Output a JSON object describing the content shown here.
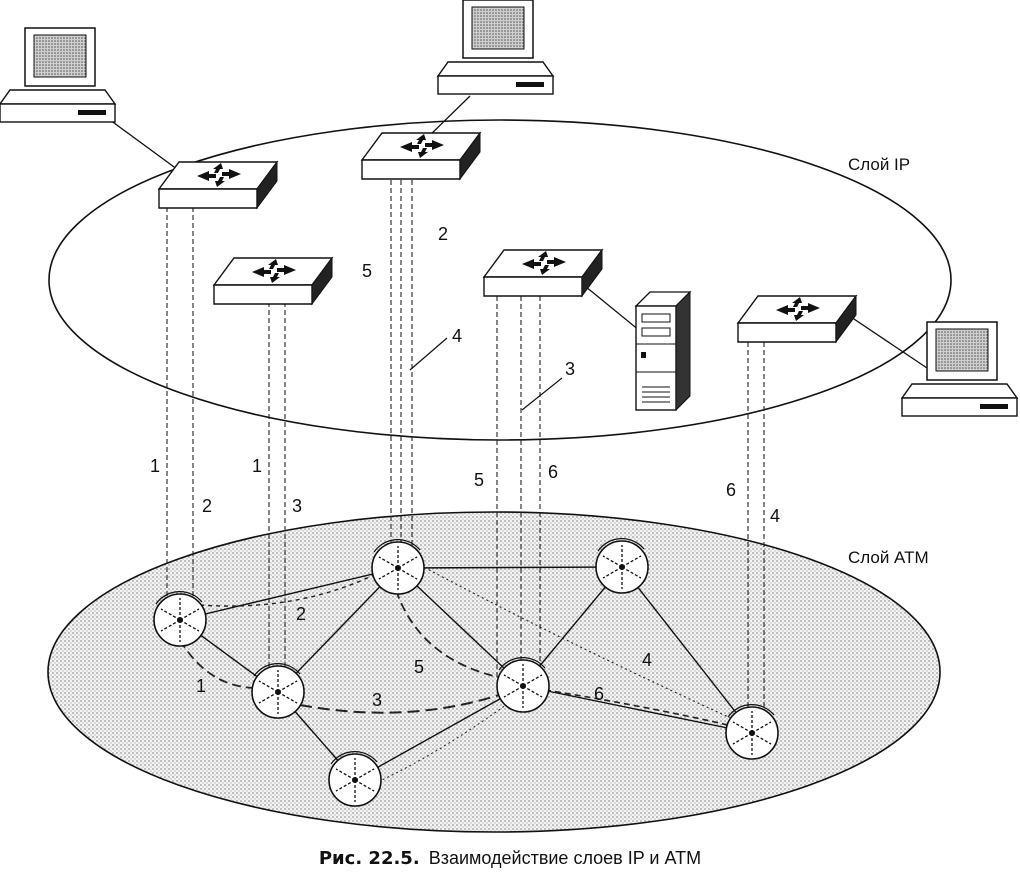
{
  "layers": {
    "ip": "Слой IP",
    "atm": "Слой ATM"
  },
  "labels": {
    "v1a": "1",
    "v2a": "2",
    "v1b": "1",
    "v3a": "3",
    "v5a": "5",
    "v2b": "2",
    "v4a": "4",
    "v3b": "3",
    "v5b": "5",
    "v6a": "6",
    "v6b": "6",
    "v4b": "4",
    "p1": "1",
    "p2": "2",
    "p3": "3",
    "p4": "4",
    "p5": "5",
    "p6": "6"
  },
  "caption": {
    "prefix": "Рис. 22.5.",
    "text": "Взаимодействие слоев IP и ATM"
  }
}
